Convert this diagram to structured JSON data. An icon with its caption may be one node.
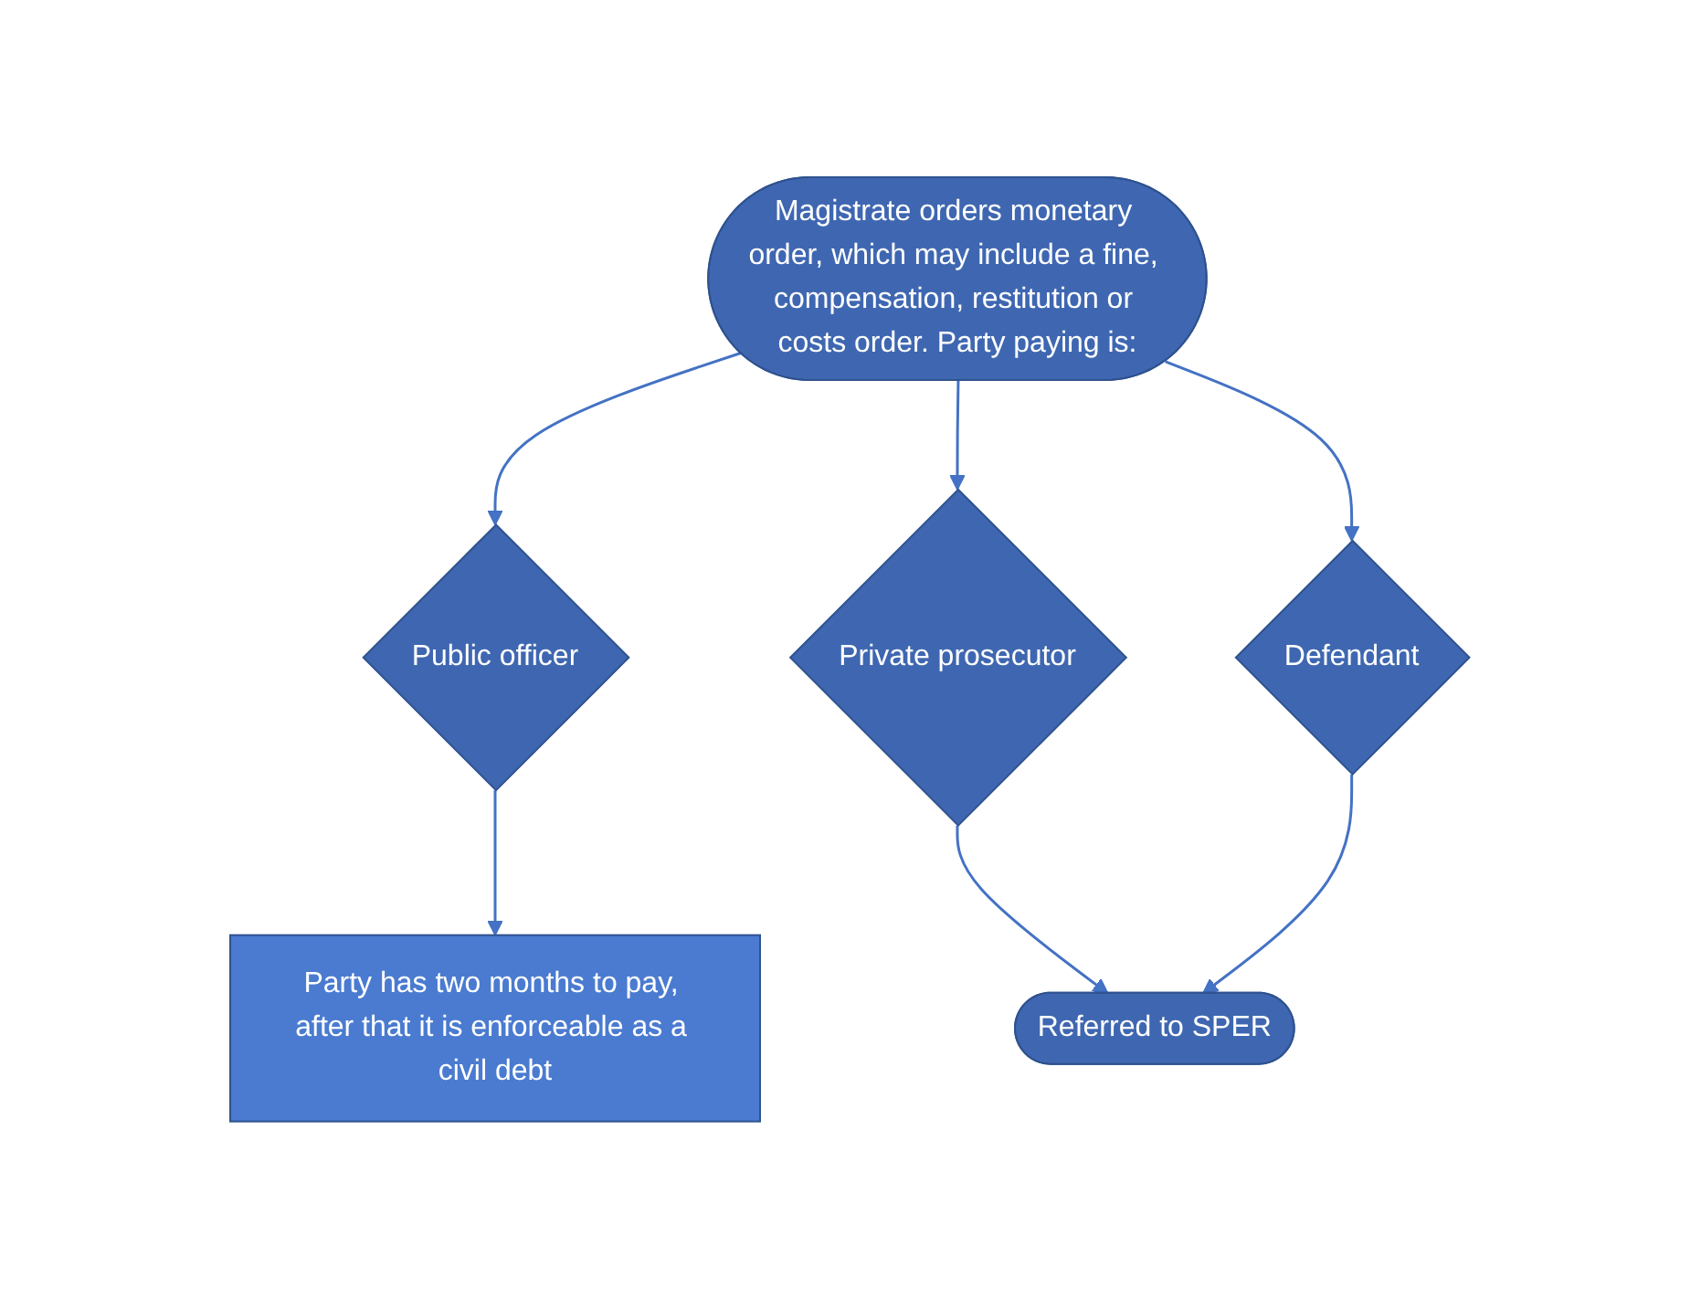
{
  "diagram": {
    "nodes": [
      {
        "text": [
          "Magistrate orders monetary order, which may include a fine, compensation, restitution or costs order. Party paying is:"
        ]
      },
      {
        "text": [
          "Public officer"
        ]
      },
      {
        "text": [
          "Private prosecutor"
        ]
      },
      {
        "text": [
          "Defendant"
        ]
      },
      {
        "text": [
          "Party has two months to pay, after that it is enforceable as a civil debt"
        ]
      },
      {
        "text": [
          "Referred to SPER"
        ]
      }
    ],
    "edges": [
      {
        "from": 0,
        "to": 1,
        "arrow": "to"
      },
      {
        "from": 0,
        "to": 2,
        "arrow": "to"
      },
      {
        "from": 0,
        "to": 3,
        "arrow": "to"
      },
      {
        "from": 1,
        "to": 4,
        "arrow": "to"
      },
      {
        "from": 2,
        "to": 5,
        "arrow": "to"
      },
      {
        "from": 3,
        "to": 5,
        "arrow": "to"
      }
    ]
  }
}
